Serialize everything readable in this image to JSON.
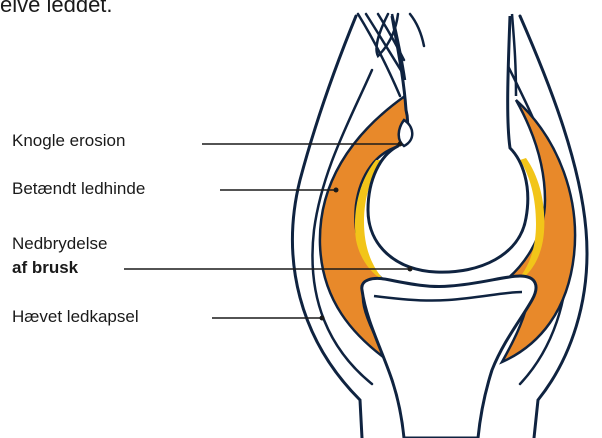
{
  "header": {
    "partial_text": "elve leddet."
  },
  "labels": {
    "bone_erosion": "Knogle erosion",
    "inflamed_synovium": "Betændt ledhinde",
    "cartilage_line1": "Nedbrydelse",
    "cartilage_line2": "af brusk",
    "swollen_capsule": "Hævet ledkapsel"
  },
  "colors": {
    "outline": "#0f2340",
    "synovium": "#e8892a",
    "cartilage": "#f2c519",
    "background": "#ffffff"
  }
}
